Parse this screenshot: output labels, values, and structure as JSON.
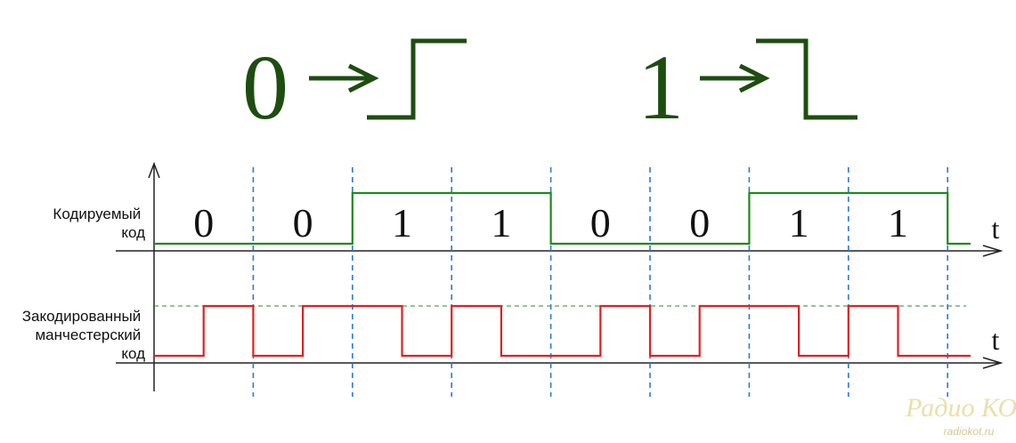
{
  "legend": {
    "zero_symbol": "0",
    "one_symbol": "1"
  },
  "axis_label": "t",
  "bits": [
    "0",
    "0",
    "1",
    "1",
    "0",
    "0",
    "1",
    "1"
  ],
  "row_labels": {
    "coded": [
      "Кодируемый",
      "код"
    ],
    "manchester": [
      "Закодированный",
      "манчестерский",
      "код"
    ]
  },
  "watermark": {
    "logo": "Радио КОТ",
    "url": "radiokot.ru"
  },
  "colors": {
    "legend": "#1e4d10",
    "coded_signal": "#1f8a1a",
    "manchester_signal": "#e02020",
    "grid_dash": "#2a7ad6",
    "high_level_dash": "#2f8a2f",
    "axis": "#222222",
    "label_text": "#111111",
    "watermark": "#e8dca0"
  }
}
